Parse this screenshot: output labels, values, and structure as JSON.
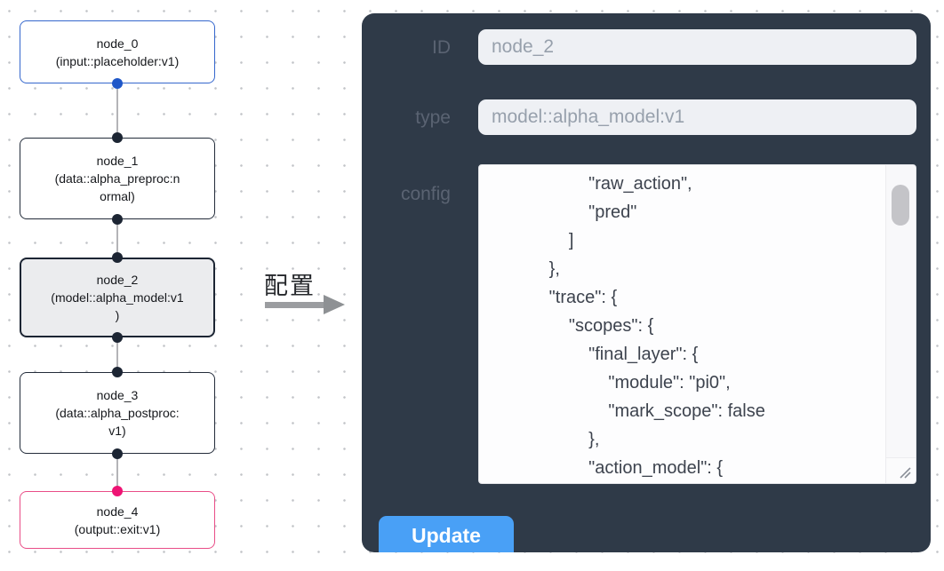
{
  "flow": {
    "nodes": [
      {
        "id": "node_0",
        "label": "node_0\n(input::placeholder:v1)",
        "accent": "#3567cd"
      },
      {
        "id": "node_1",
        "label": "node_1\n(data::alpha_preproc:n\normal)",
        "accent": "#232c3a"
      },
      {
        "id": "node_2",
        "label": "node_2\n(model::alpha_model:v1\n)",
        "accent": "#1c2533",
        "selected": true
      },
      {
        "id": "node_3",
        "label": "node_3\n(data::alpha_postproc:\nv1)",
        "accent": "#232c3a"
      },
      {
        "id": "node_4",
        "label": "node_4\n(output::exit:v1)",
        "accent": "#e94d87"
      }
    ]
  },
  "annotation": {
    "label": "配置"
  },
  "panel": {
    "id_label": "ID",
    "id_value": "node_2",
    "type_label": "type",
    "type_value": "model::alpha_model:v1",
    "config_label": "config",
    "config_value": "                    \"raw_action\",\n                    \"pred\"\n                ]\n            },\n            \"trace\": {\n                \"scopes\": {\n                    \"final_layer\": {\n                        \"module\": \"pi0\",\n                        \"mark_scope\": false\n                    },\n                    \"action_model\": {",
    "update_label": "Update"
  },
  "colors": {
    "panel_background": "#2f3a48",
    "update_button": "#49a0f6",
    "input_port_blue": "#1f57c8",
    "output_port_pink": "#ee1474",
    "node_selected_bg": "#ebecee",
    "grid_dot": "#c2c4c8"
  }
}
